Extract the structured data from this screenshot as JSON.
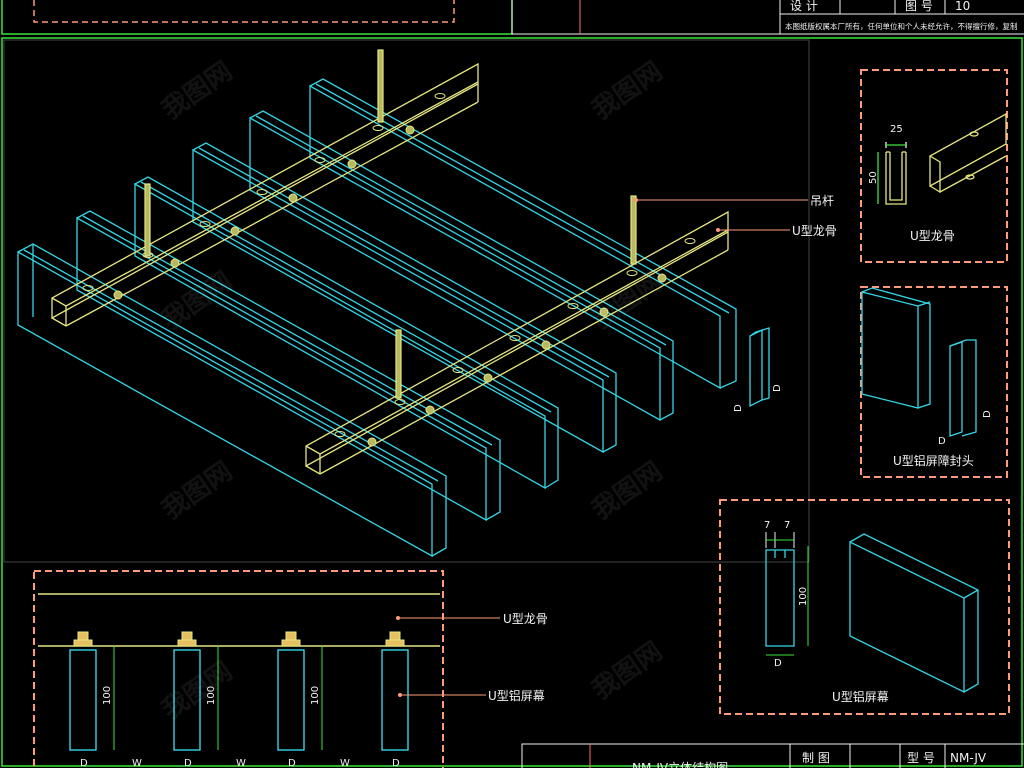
{
  "title_block_top": {
    "design_label": "设 计",
    "drawing_no_label": "图 号",
    "drawing_no_value": "10",
    "copyright_note": "本图纸版权属本厂所有，任何单位和个人未经允许，不得擅行修，复制"
  },
  "main_view": {
    "hanger_rod_label": "吊杆",
    "u_keel_label": "U型龙骨"
  },
  "detail_u_keel": {
    "title": "U型龙骨",
    "dim_width": "25",
    "dim_height": "50"
  },
  "detail_end_cap": {
    "title": "U型铝屏障封头"
  },
  "detail_screen": {
    "title": "U型铝屏幕",
    "dim_gap_left": "7",
    "dim_gap_right": "7",
    "dim_height": "100",
    "dim_width": "D"
  },
  "section_view": {
    "keel_label": "U型龙骨",
    "screen_label": "U型铝屏幕",
    "heights": [
      "100",
      "100",
      "100"
    ],
    "width_marks": [
      "D",
      "W",
      "D",
      "W",
      "D",
      "W",
      "D"
    ]
  },
  "title_block_bottom": {
    "drawing_title": "NM-JV立体结构图",
    "drafted_label": "制 图",
    "model_label": "型 号",
    "model_value": "NM-JV"
  },
  "watermark_text": "我图网",
  "colors": {
    "cyan": "#33d6e6",
    "yellow": "#e6e680",
    "salmon": "#ff9b7a",
    "green": "#39e639",
    "white": "#f2f2f2"
  }
}
